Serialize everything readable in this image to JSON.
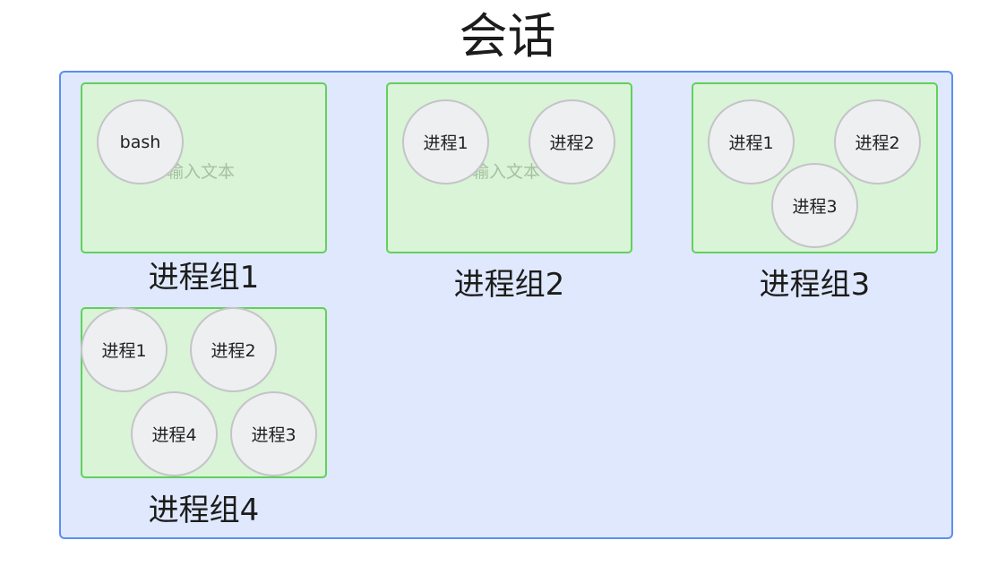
{
  "title": "会话",
  "groups": [
    {
      "label": "进程组1",
      "placeholder": "输入文本",
      "processes": [
        "bash"
      ]
    },
    {
      "label": "进程组2",
      "placeholder": "输入文本",
      "processes": [
        "进程1",
        "进程2"
      ]
    },
    {
      "label": "进程组3",
      "processes": [
        "进程1",
        "进程2",
        "进程3"
      ]
    },
    {
      "label": "进程组4",
      "processes": [
        "进程1",
        "进程2",
        "进程4",
        "进程3"
      ]
    }
  ],
  "colors": {
    "session_fill": "#dfe8fc",
    "session_border": "#5b8ff2",
    "group_fill": "#d9f4d6",
    "group_border": "#62d05c",
    "process_fill": "#eeeff1",
    "process_border": "#c4c4c8"
  }
}
